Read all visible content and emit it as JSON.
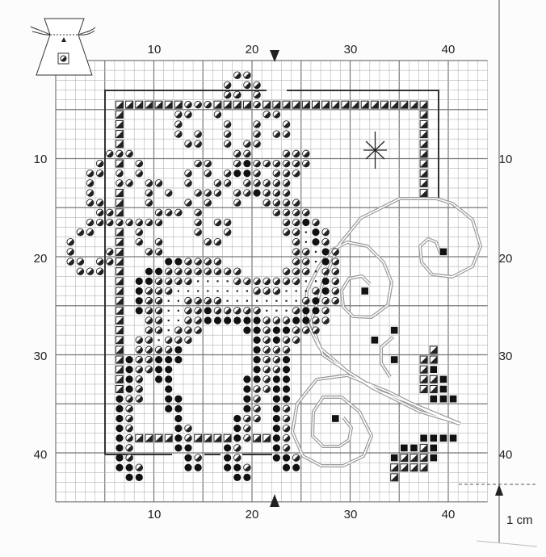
{
  "axis": {
    "top_labels": [
      "10",
      "20",
      "30",
      "40"
    ],
    "bottom_labels": [
      "10",
      "20",
      "30",
      "40"
    ],
    "left_labels": [
      "10",
      "20",
      "30",
      "40"
    ],
    "right_labels": [
      "10",
      "20",
      "30",
      "40"
    ]
  },
  "scale_label": "1 cm",
  "symbols": {
    "h": "half-filled-circle",
    "b": "filled-circle",
    "q": "half-filled-square",
    "d": "small-dot",
    "s": "filled-square"
  },
  "pattern": [
    {
      "r": 2,
      "h": [
        19,
        20
      ]
    },
    {
      "r": 3,
      "h": [
        18,
        20,
        21
      ]
    },
    {
      "r": 4,
      "h": [
        18,
        19,
        21
      ]
    },
    {
      "r": 5,
      "q": [
        7,
        8,
        9,
        10,
        11,
        12,
        13,
        17,
        18,
        19,
        20,
        22,
        23,
        24,
        25,
        26,
        27,
        28,
        29,
        30,
        31,
        32,
        33,
        34,
        35,
        36,
        37,
        38
      ],
      "h": [
        14,
        15,
        16,
        21
      ]
    },
    {
      "r": 6,
      "q": [
        7,
        38
      ],
      "h": [
        13,
        14,
        17,
        22,
        23
      ]
    },
    {
      "r": 7,
      "q": [
        7,
        38
      ],
      "h": [
        13,
        18,
        21,
        24
      ]
    },
    {
      "r": 8,
      "q": [
        7,
        38
      ],
      "h": [
        13,
        15,
        18,
        21,
        23,
        24
      ]
    },
    {
      "r": 9,
      "q": [
        7,
        38
      ],
      "h": [
        14,
        15,
        18,
        20,
        21
      ]
    },
    {
      "r": 10,
      "q": [
        38
      ],
      "h": [
        6,
        7,
        8,
        19,
        20,
        24,
        25,
        26
      ]
    },
    {
      "r": 11,
      "q": [
        7,
        38
      ],
      "h": [
        5,
        9,
        15,
        16,
        19,
        21,
        22,
        23,
        24,
        25,
        26
      ],
      "b": [
        20
      ]
    },
    {
      "r": 12,
      "q": [
        38
      ],
      "h": [
        4,
        5,
        7,
        9,
        14,
        16,
        18,
        21,
        23,
        24,
        25
      ],
      "b": [
        19,
        20
      ]
    },
    {
      "r": 13,
      "q": [
        38
      ],
      "h": [
        4,
        7,
        8,
        10,
        11,
        14,
        17,
        18,
        20,
        21,
        22,
        23,
        24
      ]
    },
    {
      "r": 14,
      "q": [
        7,
        38
      ],
      "h": [
        4,
        10,
        12,
        15,
        16,
        17,
        19,
        20,
        22,
        23,
        24
      ],
      "b": [
        21
      ]
    },
    {
      "r": 15,
      "q": [
        7
      ],
      "h": [
        4,
        5,
        10,
        14,
        16,
        19,
        22,
        23,
        24,
        25
      ]
    },
    {
      "r": 16,
      "q": [
        7
      ],
      "h": [
        5,
        6,
        11,
        12,
        13,
        15,
        23,
        24,
        25,
        26
      ]
    },
    {
      "r": 17,
      "h": [
        4,
        5,
        6,
        7,
        8,
        9,
        10,
        11,
        15,
        17,
        18,
        24,
        25,
        27
      ],
      "b": [
        26
      ]
    },
    {
      "r": 18,
      "q": [
        7
      ],
      "h": [
        3,
        4,
        9,
        15,
        18,
        24,
        25,
        28
      ],
      "d": [
        26
      ],
      "b": [
        27
      ]
    },
    {
      "r": 19,
      "q": [
        7
      ],
      "h": [
        2,
        9,
        11,
        16,
        17,
        25,
        28
      ],
      "d": [
        26
      ],
      "b": [
        27
      ]
    },
    {
      "r": 20,
      "q": [
        7
      ],
      "h": [
        2,
        6,
        10,
        11,
        25,
        26,
        29
      ],
      "d": [
        27
      ],
      "b": [
        28
      ],
      "s": [
        40
      ]
    },
    {
      "r": 21,
      "q": [
        7
      ],
      "h": [
        2,
        3,
        5,
        6,
        14,
        15,
        16,
        17,
        25,
        26,
        29
      ],
      "b": [
        12,
        13,
        28
      ],
      "d": [
        27
      ]
    },
    {
      "r": 22,
      "q": [
        7
      ],
      "h": [
        3,
        4,
        5,
        12,
        13,
        14,
        15,
        16,
        17,
        18,
        19,
        24,
        25,
        26,
        28,
        29
      ],
      "b": [
        10,
        11
      ],
      "d": [
        27
      ]
    },
    {
      "r": 23,
      "q": [
        7
      ],
      "b": [
        9,
        10,
        28
      ],
      "h": [
        11,
        12,
        13,
        14,
        19,
        20,
        21,
        22,
        23,
        24,
        25,
        29
      ],
      "d": [
        15,
        16,
        17,
        18,
        26,
        27
      ]
    },
    {
      "r": 24,
      "q": [
        7
      ],
      "b": [
        9,
        28
      ],
      "h": [
        10,
        11,
        12,
        21,
        22,
        23,
        27,
        29
      ],
      "d": [
        13,
        14,
        15,
        16,
        17,
        18,
        19,
        20,
        24,
        25,
        26
      ],
      "s": [
        32
      ]
    },
    {
      "r": 25,
      "q": [
        7
      ],
      "b": [
        9,
        27
      ],
      "h": [
        10,
        11,
        14,
        15,
        16,
        17,
        26,
        28,
        29
      ],
      "d": [
        12,
        13,
        18,
        19,
        20,
        21,
        22,
        23,
        24,
        25
      ]
    },
    {
      "r": 26,
      "q": [
        7
      ],
      "b": [
        9,
        16,
        26,
        27
      ],
      "h": [
        10,
        11,
        14,
        15,
        17,
        18,
        19,
        20,
        21,
        25,
        28
      ],
      "d": [
        12,
        13,
        22,
        23,
        24
      ]
    },
    {
      "r": 27,
      "q": [
        7
      ],
      "h": [
        10,
        11,
        14,
        15,
        22,
        23,
        24,
        27,
        28
      ],
      "b": [
        16,
        17,
        18,
        19,
        20,
        21,
        25,
        26
      ],
      "d": [
        12,
        13
      ]
    },
    {
      "r": 28,
      "q": [
        7
      ],
      "h": [
        10,
        11,
        13,
        14,
        15,
        22,
        25,
        26,
        27
      ],
      "d": [
        12
      ],
      "b": [
        20,
        21,
        23,
        24
      ],
      "s": [
        35
      ]
    },
    {
      "r": 29,
      "q": [
        7
      ],
      "h": [
        9,
        10,
        12,
        13,
        14,
        22,
        24,
        25
      ],
      "d": [
        11
      ],
      "b": [
        21,
        23
      ],
      "s": [
        33
      ]
    },
    {
      "r": 30,
      "q": [
        7,
        39
      ],
      "h": [
        9,
        10,
        11,
        12,
        22,
        23,
        24
      ],
      "b": [
        13,
        21
      ]
    },
    {
      "r": 31,
      "q": [
        7,
        38,
        39
      ],
      "b": [
        8,
        11,
        12,
        13,
        21,
        24
      ],
      "h": [
        9,
        10,
        22,
        23
      ],
      "s": [
        35
      ]
    },
    {
      "r": 32,
      "q": [
        7,
        38
      ],
      "b": [
        8,
        11,
        12,
        21,
        24
      ],
      "h": [
        9,
        10,
        22,
        23
      ],
      "s": [
        39
      ]
    },
    {
      "r": 33,
      "q": [
        7,
        38,
        39
      ],
      "b": [
        8,
        11,
        12,
        20,
        21,
        23,
        24
      ],
      "h": [
        9,
        22
      ],
      "s": [
        40
      ]
    },
    {
      "r": 34,
      "q": [
        7,
        38,
        39
      ],
      "b": [
        8,
        12,
        20,
        23,
        24
      ],
      "h": [
        9,
        21,
        22
      ],
      "s": [
        40
      ]
    },
    {
      "r": 35,
      "b": [
        7,
        12,
        13,
        20,
        23,
        24
      ],
      "h": [
        8,
        9,
        21
      ],
      "s": [
        39,
        40,
        41
      ]
    },
    {
      "r": 36,
      "b": [
        7,
        12,
        13,
        20,
        23
      ],
      "h": [
        8,
        21,
        24
      ]
    },
    {
      "r": 37,
      "b": [
        7,
        13,
        19,
        23
      ],
      "h": [
        8,
        20,
        21,
        24
      ],
      "s": [
        29
      ]
    },
    {
      "r": 38,
      "b": [
        7,
        13,
        19,
        23
      ],
      "h": [
        8,
        14,
        20,
        24
      ]
    },
    {
      "r": 39,
      "b": [
        7,
        13,
        19,
        23
      ],
      "h": [
        8,
        14,
        20,
        24
      ],
      "q": [
        9,
        10,
        11,
        12,
        15,
        16,
        17,
        18,
        21,
        22
      ],
      "s": [
        38,
        39,
        40,
        41
      ]
    },
    {
      "r": 40,
      "b": [
        7,
        13,
        14,
        18,
        23
      ],
      "h": [
        8,
        19,
        24
      ],
      "s": [
        36,
        37,
        39
      ],
      "q": [
        38
      ]
    },
    {
      "r": 41,
      "b": [
        7,
        14,
        18,
        23,
        24
      ],
      "h": [
        8,
        15,
        19,
        25
      ],
      "s": [
        35,
        39
      ],
      "q": [
        36,
        37,
        38
      ]
    },
    {
      "r": 42,
      "b": [
        7,
        8,
        14,
        15,
        18,
        19,
        24,
        25
      ],
      "h": [
        9,
        20
      ],
      "q": [
        35,
        36,
        37,
        38
      ]
    },
    {
      "r": 43,
      "b": [
        8,
        9,
        19,
        20
      ],
      "q": [
        35
      ]
    }
  ]
}
